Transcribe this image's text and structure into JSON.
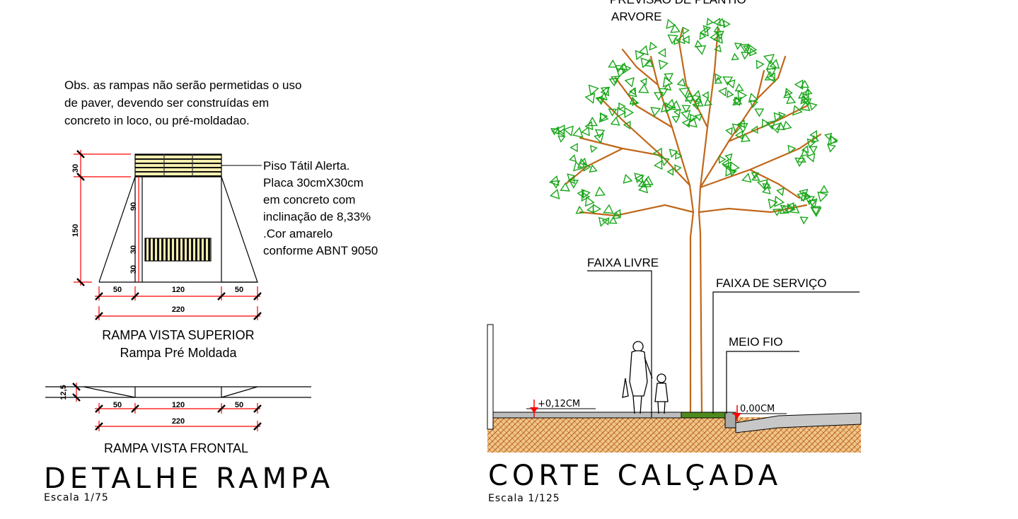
{
  "note": {
    "lines": [
      "Obs. as rampas não serão permetidas o uso",
      "de paver, devendo ser construídas em",
      "concreto in loco, ou pré-moldadao."
    ]
  },
  "tactile_callout": {
    "lines": [
      "Piso Tátil Alerta.",
      "Placa 30cmX30cm",
      "em concreto com",
      "inclinação de 8,33%",
      ".Cor amarelo",
      "conforme ABNT 9050"
    ]
  },
  "top_view": {
    "dims_vertical": [
      "30",
      "150"
    ],
    "dims_inner": [
      "90",
      "30",
      "30"
    ],
    "dims_horizontal": [
      "50",
      "120",
      "50"
    ],
    "dim_total": "220",
    "caption_line1": "RAMPA VISTA SUPERIOR",
    "caption_line2": "Rampa Pré Moldada"
  },
  "front_view": {
    "dim_height": "12,5",
    "dims_horizontal": [
      "50",
      "120",
      "50"
    ],
    "dim_total": "220",
    "caption": "RAMPA VISTA FRONTAL"
  },
  "left_title": {
    "title": "DETALHE RAMPA",
    "scale": "Escala 1/75"
  },
  "section": {
    "tree_label_line1": "PREVISÃO DE PLANTIO",
    "tree_label_line2": "ARVORE",
    "faixa_livre": "FAIXA LIVRE",
    "faixa_servico": "FAIXA DE SERVIÇO",
    "meio_fio": "MEIO FIO",
    "level_sidewalk": "+0,12CM",
    "level_street": "0,00CM"
  },
  "right_title": {
    "title": "CORTE CALÇADA",
    "scale": "Escala 1/125"
  },
  "colors": {
    "dimension_red": "#ff0000",
    "trunk_brown": "#c0671a",
    "leaf_green": "#1aa61a",
    "tactile_yellow": "#f6efb0",
    "soil_brown": "#c4702a",
    "grass_green": "#4f8a1e",
    "pavement_gray": "#c8c8c8"
  }
}
